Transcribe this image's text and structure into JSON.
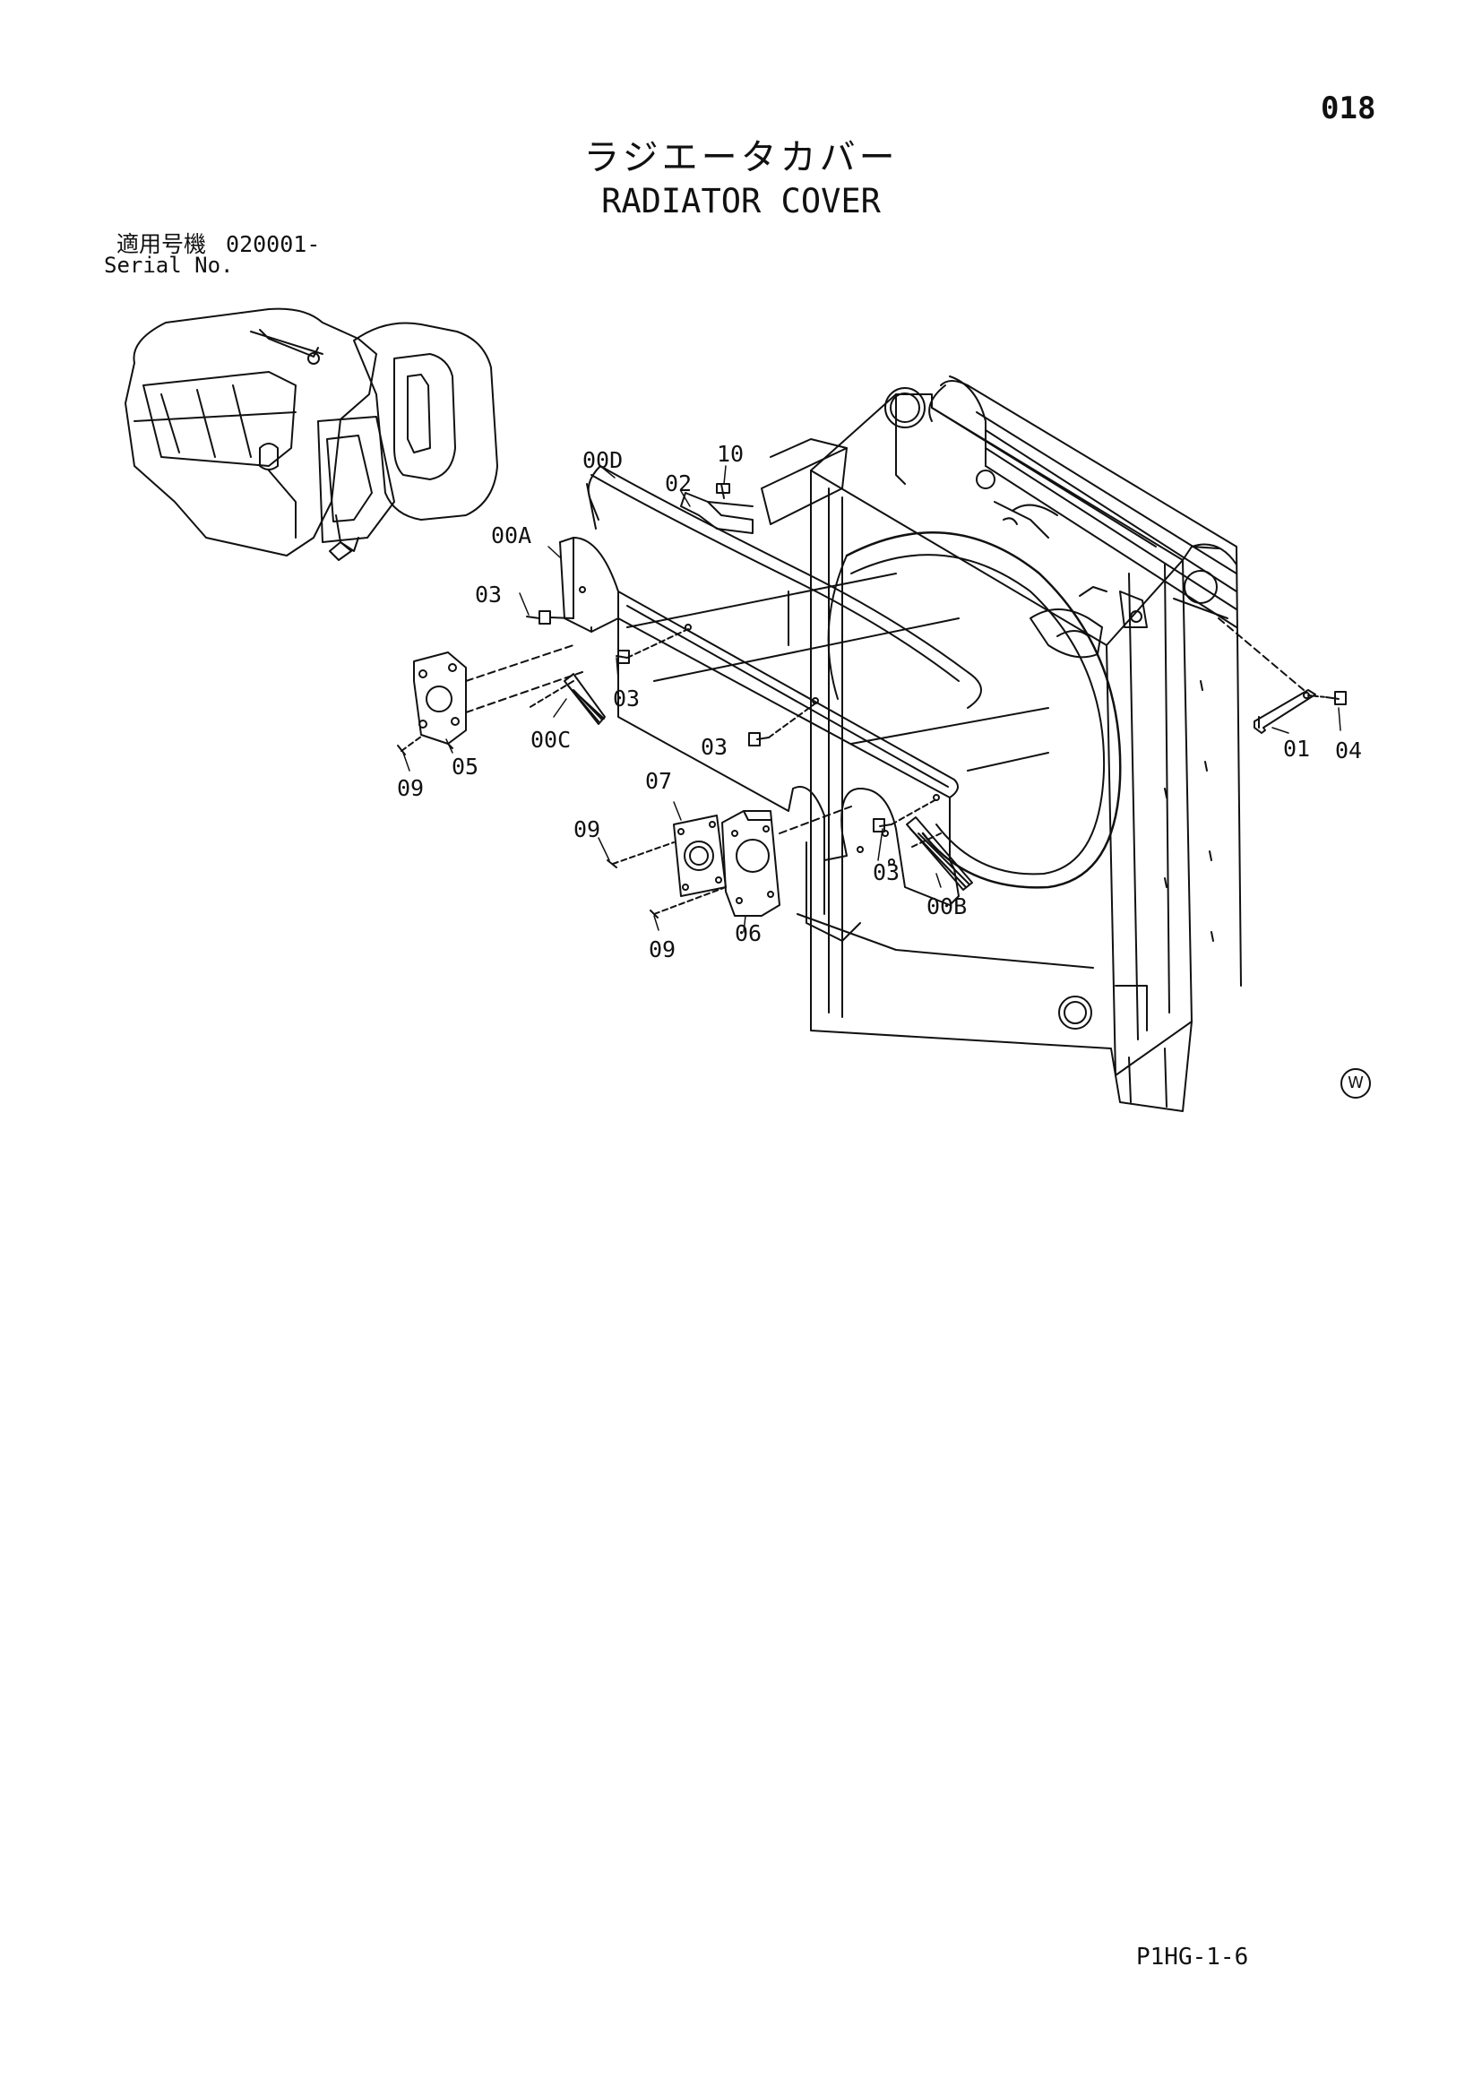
{
  "header": {
    "page_number": "018",
    "title_ja": "ラジエータカバー",
    "title_en": "RADIATOR COVER"
  },
  "serial": {
    "label_ja": "適用号機",
    "value": "020001-",
    "label_en": "Serial No."
  },
  "callouts": {
    "c00D": "00D",
    "c10": "10",
    "c02": "02",
    "c00A": "00A",
    "c03a": "03",
    "c03b": "03",
    "c00C": "00C",
    "c03c": "03",
    "c05": "05",
    "c09a": "09",
    "c07": "07",
    "c09b": "09",
    "c03d": "03",
    "c00B": "00B",
    "c06": "06",
    "c09c": "09",
    "c01": "01",
    "c04": "04"
  },
  "footer": {
    "code": "P1HG-1-6",
    "mark": "W"
  },
  "colors": {
    "ink": "#111111",
    "paper": "#ffffff"
  }
}
